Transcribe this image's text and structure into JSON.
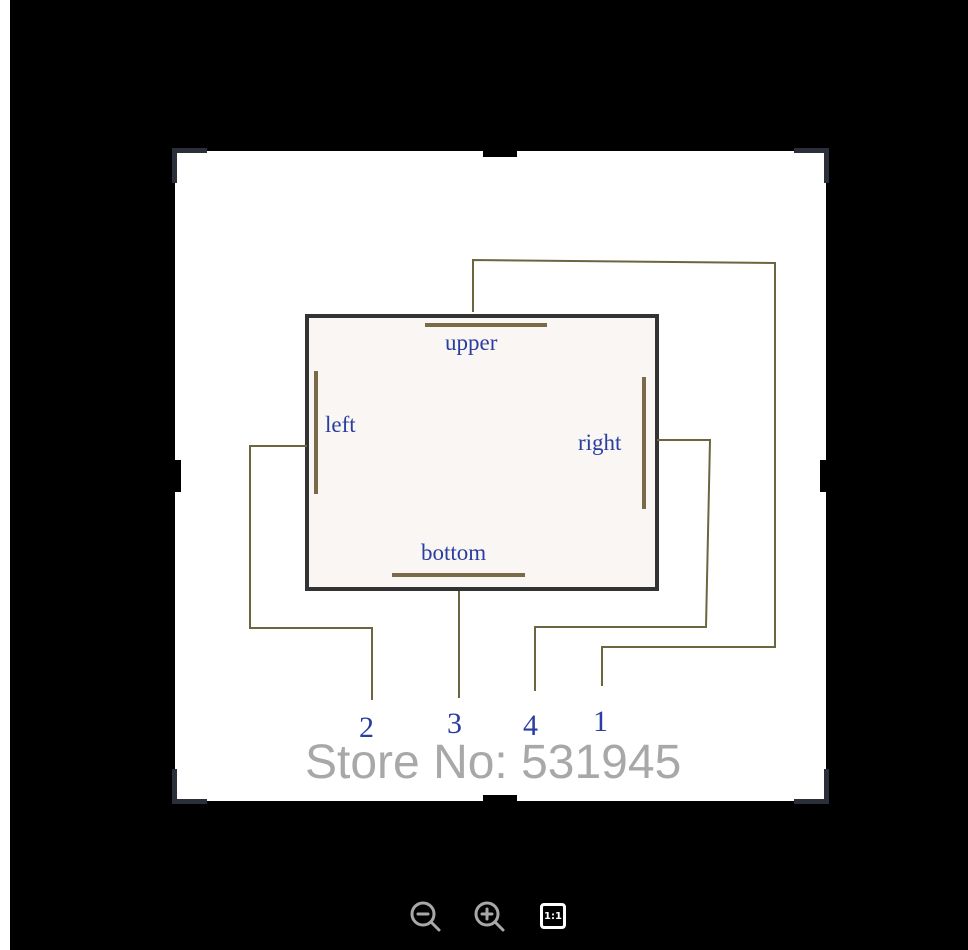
{
  "diagram": {
    "labels": {
      "upper": "upper",
      "left": "left",
      "right": "right",
      "bottom": "bottom"
    },
    "pins": [
      "2",
      "3",
      "4",
      "1"
    ],
    "watermark": "Store No: 531945",
    "colors": {
      "label": "#2a3ea0",
      "wire": "#6b6540",
      "contact": "#7a6a4a",
      "box_fill": "#faf6f3",
      "box_border": "#333333"
    }
  },
  "toolbar": {
    "zoom_out_icon": "zoom-out-icon",
    "zoom_in_icon": "zoom-in-icon",
    "one_to_one_label": "1:1"
  }
}
